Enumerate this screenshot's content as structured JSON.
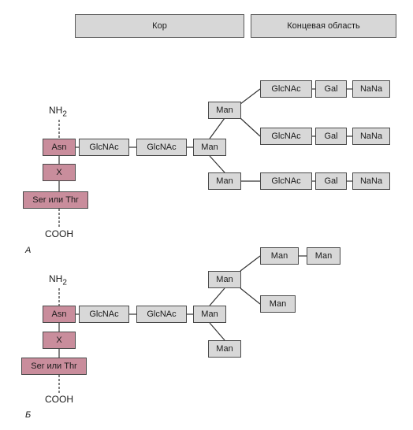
{
  "header": {
    "core_label": "Кор",
    "terminal_label": "Концевая область"
  },
  "panel_a": {
    "label": "A",
    "nh2": "NH",
    "nh2_sub": "2",
    "cooh": "COOH",
    "asn": "Asn",
    "x": "X",
    "ser_thr": "Ser или Thr",
    "glcnac1": "GlcNAc",
    "glcnac2": "GlcNAc",
    "man_core": "Man",
    "man_upper": "Man",
    "man_lower": "Man",
    "branch1": {
      "glcnac": "GlcNAc",
      "gal": "Gal",
      "nana": "NaNa"
    },
    "branch2": {
      "glcnac": "GlcNAc",
      "gal": "Gal",
      "nana": "NaNa"
    },
    "branch3": {
      "glcnac": "GlcNAc",
      "gal": "Gal",
      "nana": "NaNa"
    }
  },
  "panel_b": {
    "label": "Б",
    "nh2": "NH",
    "nh2_sub": "2",
    "cooh": "COOH",
    "asn": "Asn",
    "x": "X",
    "ser_thr": "Ser или Thr",
    "glcnac1": "GlcNAc",
    "glcnac2": "GlcNAc",
    "man_core": "Man",
    "man_upper": "Man",
    "man_top": "Man",
    "man_top_right": "Man",
    "man_mid": "Man",
    "man_lower": "Man"
  },
  "colors": {
    "peptide_fill": "#c98d9c",
    "sugar_fill": "#d8d8d8",
    "outline": "#4a4a4a"
  }
}
